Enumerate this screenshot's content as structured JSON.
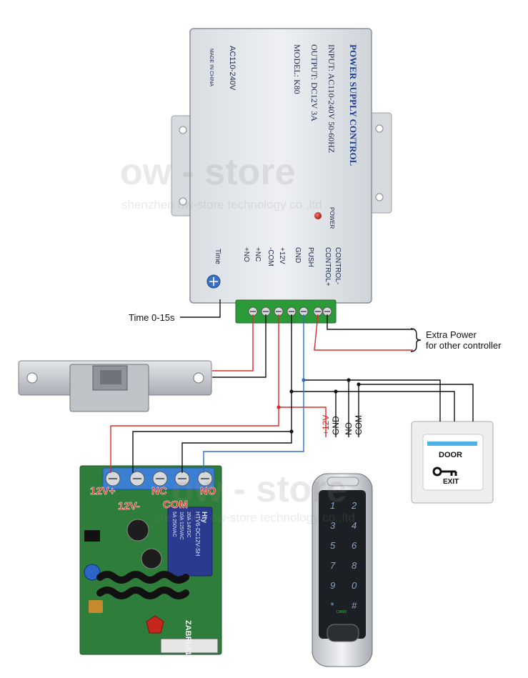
{
  "colors": {
    "red_wire": "#d92b2b",
    "black_wire": "#1a1a1a",
    "blue_wire": "#2a6fc9",
    "psu_body": "#e9ecef",
    "terminal_green": "#2d9a3a",
    "board_green": "#2f7d3a",
    "label_red": "#e0201b",
    "keypad_body": "#1c1f24"
  },
  "psu": {
    "title": "POWER SUPPLY CONTROL",
    "input": "INPUT: AC110-240V  50-60HZ",
    "output": "OUTPUT: DC12V  3A",
    "model": "MODEL: K80",
    "made_in": "MADE IN CHINA",
    "ac_label": "AC110-240V",
    "power_led_label": "POWER",
    "time_label": "Time",
    "terminals": [
      "CONTROL-",
      "CONTROL+",
      "PUSH",
      "GND",
      "+12V",
      "-COM",
      "+NC",
      "+NO"
    ]
  },
  "annotations": {
    "time_range": "Time 0-15s",
    "extra_power_line1": "Extra Power",
    "extra_power_line2": "for other controller"
  },
  "watermark": {
    "brand": "ow - store",
    "company": "shenzhen ow-store technology co.,ltd"
  },
  "relay_board": {
    "terminals": [
      "12V+",
      "12V-",
      "NC",
      "COM",
      "NO"
    ],
    "relay_brand": "Hty",
    "relay_model": "HTV6-DC12V-SH",
    "relay_ratings": [
      "20A 14VDC",
      "10A 125VAC",
      "5A 250VAC"
    ],
    "pcb_text": "ZABRI-01"
  },
  "keypad": {
    "wire_labels": [
      "+12V",
      "GND",
      "NO",
      "COM"
    ],
    "keys": [
      "1",
      "2",
      "3",
      "4",
      "5",
      "6",
      "7",
      "8",
      "9",
      "0",
      "*",
      "#"
    ],
    "card_label": "CARD"
  },
  "exit_button": {
    "line1": "DOOR",
    "line2": "EXIT"
  }
}
